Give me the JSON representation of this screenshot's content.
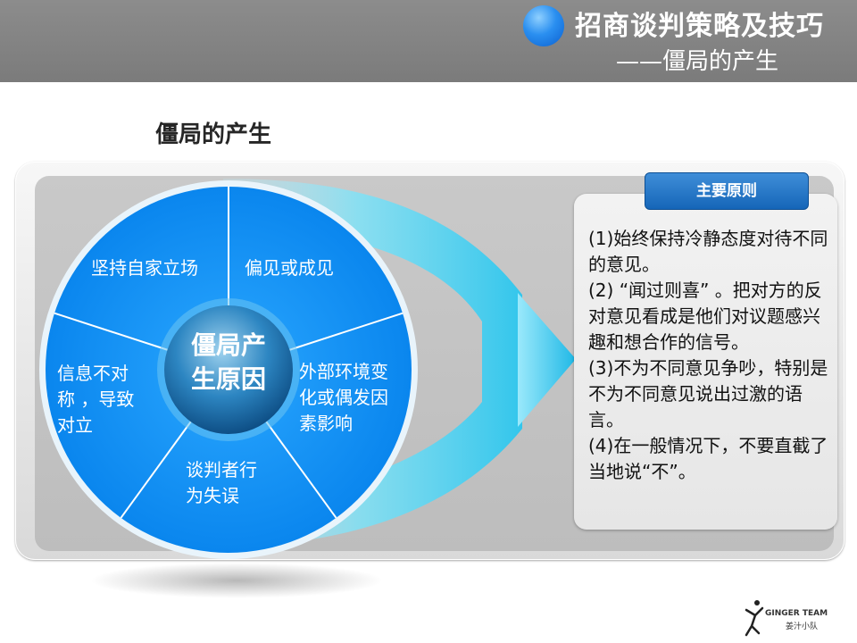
{
  "header": {
    "title": "招商谈判策略及技巧",
    "subtitle": "——僵局的产生"
  },
  "section_title": "僵局的产生",
  "wheel": {
    "center": "僵局产生原因",
    "center_lines": [
      "僵局产",
      "生原因"
    ],
    "segments": [
      {
        "lines": [
          "坚持自家立场"
        ]
      },
      {
        "lines": [
          "偏见或成见"
        ]
      },
      {
        "lines": [
          "外部环境变",
          "化或偶发因",
          "素影响"
        ]
      },
      {
        "lines": [
          "谈判者行",
          "为失误"
        ]
      },
      {
        "lines": [
          "信息不对",
          "称 ，导致",
          "对立"
        ]
      }
    ]
  },
  "principles": {
    "tab_label": "主要原则",
    "items": [
      "(1)始终保持冷静态度对待不同的意见。",
      "(2) “闻过则喜” 。把对方的反对意见看成是他们对议题感兴趣和想合作的信号。",
      "(3)不为不同意见争吵，特别是不为不同意见说出过激的语言。",
      "(4)在一般情况下，不要直截了当地说“不”。"
    ]
  },
  "logo": {
    "name": "GINGER TEAM",
    "sub": "姜汁小队"
  },
  "colors": {
    "header_bg": "#808080",
    "wheel_blue": "#0e8cf0",
    "tab_blue": "#1f72c4",
    "arrow_cyan": "#5fd6f2"
  }
}
